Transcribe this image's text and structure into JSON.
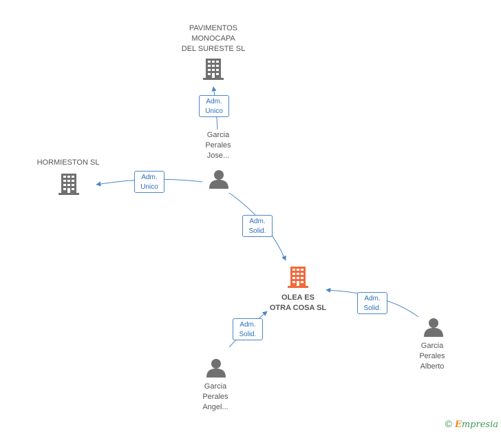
{
  "colors": {
    "building": "#707070",
    "main_building": "#f06a3c",
    "person": "#707070",
    "edge": "#4a86c8",
    "edge_text": "#2a6fb5"
  },
  "nodes": {
    "pavimentos": {
      "line1": "PAVIMENTOS",
      "line2": "MONOCAPA",
      "line3": "DEL SURESTE SL",
      "icon": "building-icon"
    },
    "hormieston": {
      "line1": "HORMIESTON SL",
      "icon": "building-icon"
    },
    "olea": {
      "line1": "OLEA ES",
      "line2": "OTRA COSA SL",
      "icon": "building-icon"
    },
    "jose": {
      "line1": "Garcia",
      "line2": "Perales",
      "line3": "Jose...",
      "icon": "person-icon"
    },
    "angel": {
      "line1": "Garcia",
      "line2": "Perales",
      "line3": "Angel...",
      "icon": "person-icon"
    },
    "alberto": {
      "line1": "Garcia",
      "line2": "Perales",
      "line3": "Alberto",
      "icon": "person-icon"
    }
  },
  "edges": {
    "jose_pavimentos": {
      "line1": "Adm.",
      "line2": "Unico"
    },
    "jose_hormieston": {
      "line1": "Adm.",
      "line2": "Unico"
    },
    "jose_olea": {
      "line1": "Adm.",
      "line2": "Solid."
    },
    "angel_olea": {
      "line1": "Adm.",
      "line2": "Solid."
    },
    "alberto_olea": {
      "line1": "Adm.",
      "line2": "Solid."
    }
  },
  "watermark": {
    "copyright": "©",
    "brand_first": "E",
    "brand_rest": "mpresia"
  }
}
